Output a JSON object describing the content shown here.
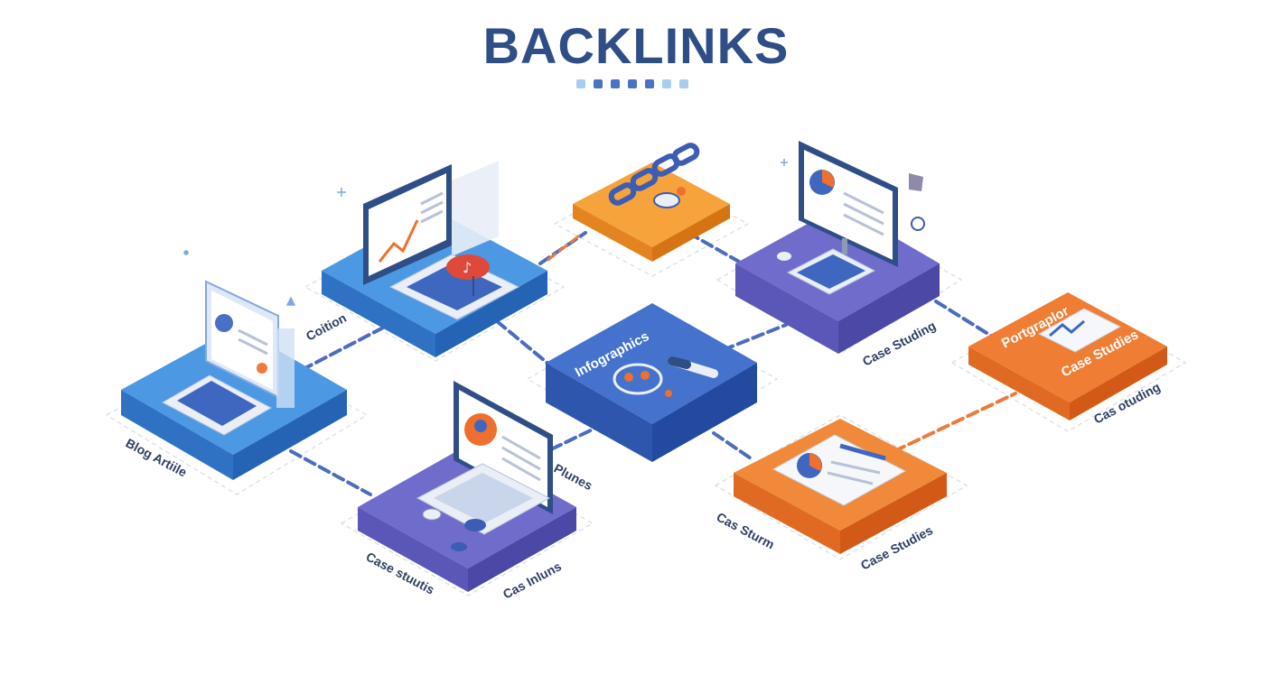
{
  "title": "BACKLINKS",
  "dots": [
    "#a9cdef",
    "#4a72c4",
    "#4a72c4",
    "#4a72c4",
    "#4a72c4",
    "#a9cdef",
    "#a9cdef"
  ],
  "colors": {
    "blue": "#3f86d6",
    "royal": "#3d67c2",
    "purple": "#6a66c5",
    "orange_light": "#f5a33a",
    "orange": "#ef6f2e",
    "chain_blue": "#4c6cbf",
    "chain_orange": "#ee7a3c"
  },
  "labels": {
    "coition": "Coition",
    "blog_article": "Blog Artiile",
    "case_studies_left": "Case stuutis",
    "cas_inluns": "Cas Inluns",
    "plunes": "Plunes",
    "infographics": "Infographics",
    "case_studing": "Case Studing",
    "case_sturm": "Cas Sturm",
    "case_studies_bottom": "Case Studies",
    "portgraplor": "Portgraplor",
    "case_studies_right": "Case Studies",
    "case_otuding": "Cas otuding"
  }
}
